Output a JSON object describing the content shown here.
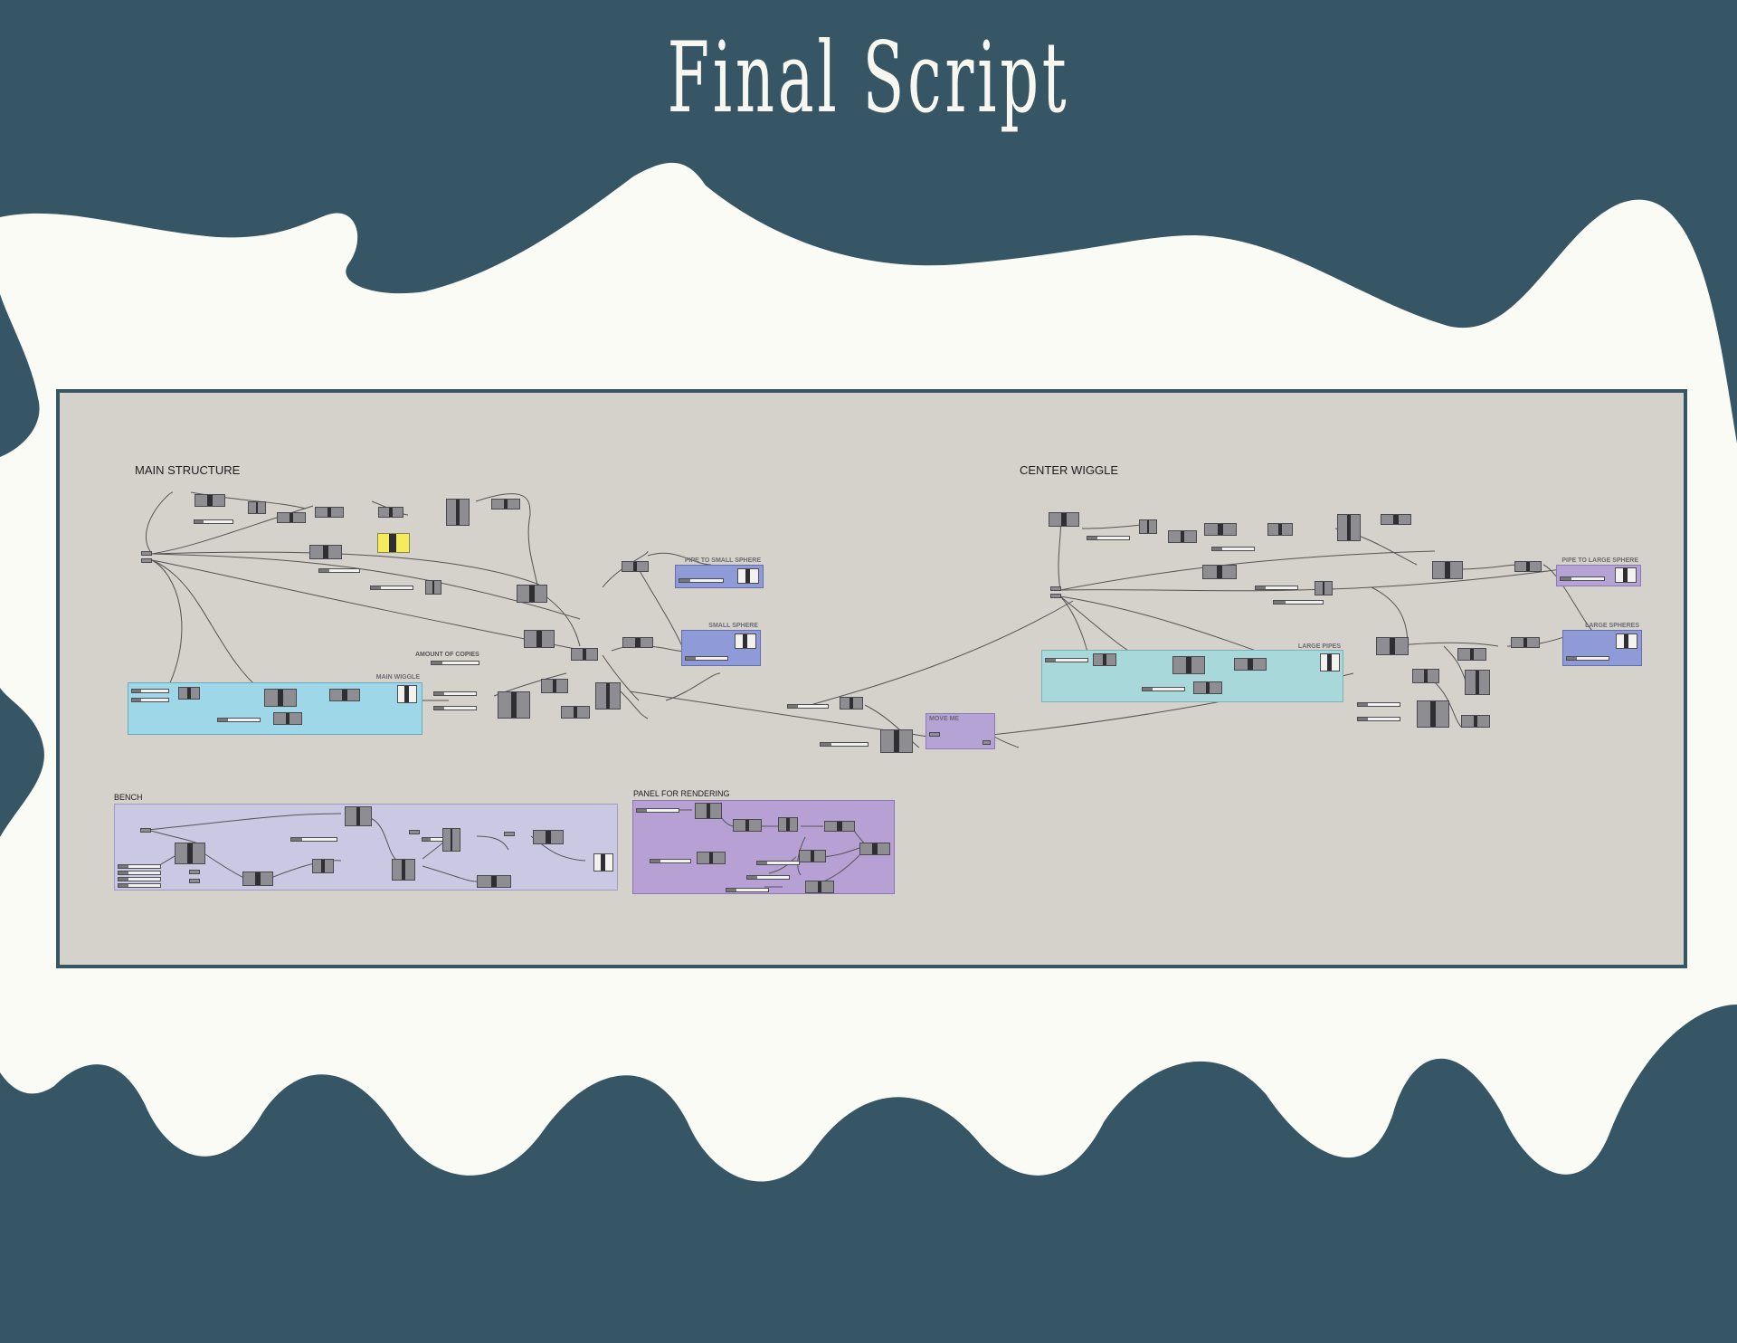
{
  "title": "Final Script",
  "colors": {
    "background": "#365565",
    "paper": "#fbfbf6",
    "canvas": "#d5d1cb",
    "group_cyan": "#9ed8e8",
    "group_teal": "#a9d8da",
    "group_blue": "#8f9ad8",
    "group_violet": "#b6a3d6",
    "group_lavender": "#cbc8e4",
    "group_purple": "#b6a0d4",
    "panel_yellow": "#f4ec5e"
  },
  "sections": {
    "main_structure": "MAIN STRUCTURE",
    "center_wiggle": "CENTER WIGGLE",
    "bench": "BENCH",
    "panel_for_rendering": "PANEL FOR RENDERING"
  },
  "groups": {
    "main_wiggle": "MAIN WIGGLE",
    "pipe_to_small_sphere": "PIPE TO SMALL SPHERE",
    "small_sphere": "SMALL SPHERE",
    "large_pipes": "LARGE PIPES",
    "pipe_to_large_sphere": "PIPE TO LARGE SPHERE",
    "large_spheres": "LARGE SPHERES",
    "move_me": "MOVE ME"
  },
  "labels": {
    "amount_of_copies": "AMOUNT OF COPIES"
  }
}
